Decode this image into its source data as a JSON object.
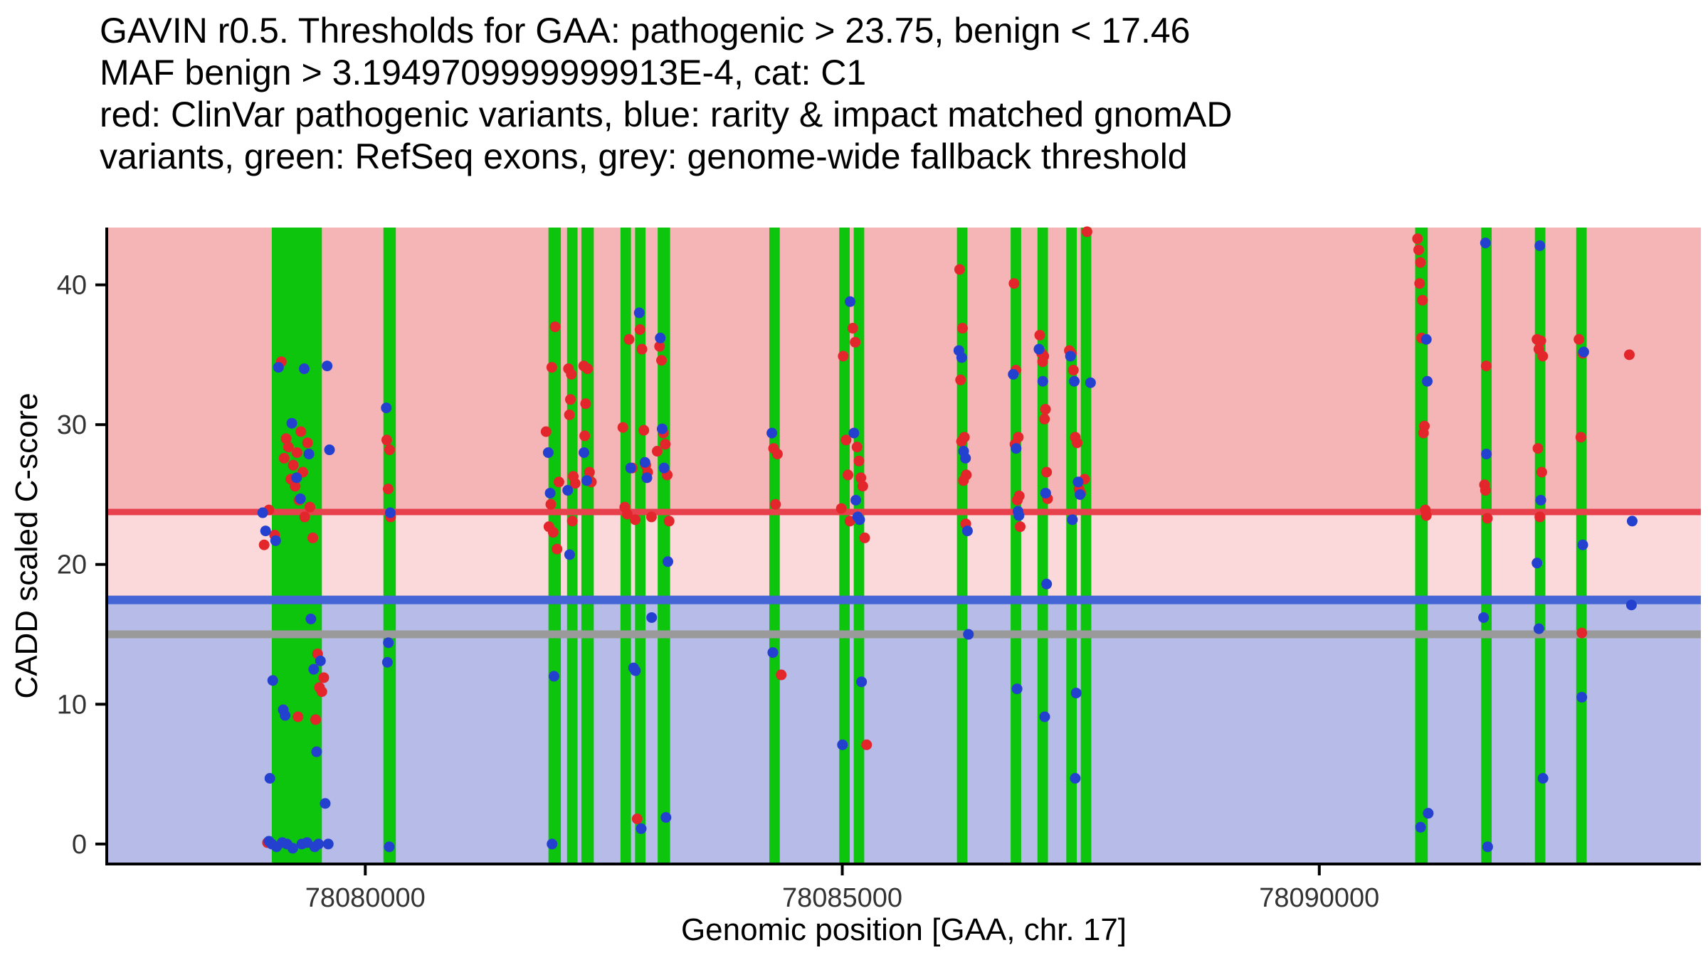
{
  "page": {
    "background": "#ffffff"
  },
  "title": {
    "lines": [
      "GAVIN r0.5. Thresholds for GAA: pathogenic > 23.75, benign < 17.46",
      "MAF benign > 3.1949709999999913E-4, cat: C1",
      "red: ClinVar pathogenic variants, blue: rarity & impact matched gnomAD",
      "variants, green: RefSeq exons, grey: genome-wide fallback threshold"
    ]
  },
  "axes": {
    "x_tick_labels": [
      "78080000",
      "78085000",
      "78090000"
    ],
    "y_tick_labels": [
      "0",
      "10",
      "20",
      "30",
      "40"
    ]
  },
  "chart_data": {
    "type": "scatter",
    "title": "GAVIN r0.5. Thresholds for GAA: pathogenic > 23.75, benign < 17.46 MAF benign > 3.1949709999999913E-4, cat: C1 red: ClinVar pathogenic variants, blue: rarity & impact matched gnomAD variants, green: RefSeq exons, grey: genome-wide fallback threshold",
    "xlabel": "Genomic position [GAA, chr. 17]",
    "ylabel": "CADD scaled C-score",
    "xlim": [
      78077290,
      78094000
    ],
    "ylim": [
      -1.43,
      44.1
    ],
    "x_ticks": [
      78080000,
      78085000,
      78090000
    ],
    "y_ticks": [
      0,
      10,
      20,
      30,
      40
    ],
    "grid": false,
    "legend": "none",
    "thresholds": {
      "pathogenic_gt": 23.75,
      "benign_lt": 17.46,
      "genome_wide_fallback": 15,
      "maf_benign_gt": "3.1949709999999913E-4",
      "category": "C1"
    },
    "bands": [
      {
        "name": "pathogenic",
        "from": 23.75,
        "to": 44.1,
        "color": "#f5b5b6"
      },
      {
        "name": "intermediate",
        "from": 17.46,
        "to": 23.75,
        "color": "#fbd9da"
      },
      {
        "name": "benign",
        "from": -1.43,
        "to": 17.46,
        "color": "#b6bbe7"
      }
    ],
    "colors": {
      "pathogenic_line": "#e8414e",
      "benign_line": "#4365d6",
      "fallback_line": "#9a9a9a",
      "exon": "#0dc50d",
      "clinvar_point": "#e2262b",
      "gnomad_point": "#2440cf",
      "axis": "#000000",
      "tick_label": "#333333"
    },
    "exons": [
      [
        78079020,
        78079545
      ],
      [
        78080190,
        78080320
      ],
      [
        78081920,
        78082050
      ],
      [
        78082115,
        78082225
      ],
      [
        78082265,
        78082395
      ],
      [
        78082675,
        78082785
      ],
      [
        78082828,
        78082938
      ],
      [
        78083065,
        78083195
      ],
      [
        78084235,
        78084345
      ],
      [
        78084968,
        78085078
      ],
      [
        78085120,
        78085230
      ],
      [
        78086202,
        78086312
      ],
      [
        78086765,
        78086875
      ],
      [
        78087046,
        78087156
      ],
      [
        78087348,
        78087458
      ],
      [
        78087500,
        78087610
      ],
      [
        78091005,
        78091137
      ],
      [
        78091697,
        78091807
      ],
      [
        78092260,
        78092370
      ],
      [
        78092693,
        78092803
      ]
    ],
    "series": [
      {
        "name": "ClinVar pathogenic variants",
        "role": "pathogenic",
        "color_key": "clinvar_point",
        "marker": "clinvar-point",
        "points": [
          [
            78078940,
            21.4
          ],
          [
            78078990,
            23.9
          ],
          [
            78079050,
            22.1
          ],
          [
            78079120,
            34.5
          ],
          [
            78079150,
            27.6
          ],
          [
            78079170,
            29.0
          ],
          [
            78079195,
            28.4
          ],
          [
            78079220,
            26.1
          ],
          [
            78079245,
            27.1
          ],
          [
            78079265,
            25.6
          ],
          [
            78079285,
            28.0
          ],
          [
            78079305,
            24.6
          ],
          [
            78079325,
            29.5
          ],
          [
            78079345,
            26.6
          ],
          [
            78079365,
            23.4
          ],
          [
            78079395,
            28.7
          ],
          [
            78079420,
            24.1
          ],
          [
            78079450,
            21.9
          ],
          [
            78079480,
            8.9
          ],
          [
            78079295,
            9.1
          ],
          [
            78079500,
            13.6
          ],
          [
            78079520,
            11.2
          ],
          [
            78079545,
            10.9
          ],
          [
            78079565,
            11.9
          ],
          [
            78078975,
            0.1
          ],
          [
            78080225,
            28.9
          ],
          [
            78080255,
            28.2
          ],
          [
            78080240,
            25.4
          ],
          [
            78080265,
            23.4
          ],
          [
            78081895,
            29.5
          ],
          [
            78081955,
            34.1
          ],
          [
            78081990,
            37.0
          ],
          [
            78081945,
            24.3
          ],
          [
            78081925,
            22.7
          ],
          [
            78081970,
            22.3
          ],
          [
            78082010,
            21.1
          ],
          [
            78082030,
            25.9
          ],
          [
            78082130,
            34.0
          ],
          [
            78082160,
            33.6
          ],
          [
            78082150,
            31.8
          ],
          [
            78082140,
            30.7
          ],
          [
            78082180,
            26.3
          ],
          [
            78082200,
            25.8
          ],
          [
            78082170,
            23.1
          ],
          [
            78082290,
            34.2
          ],
          [
            78082330,
            34.0
          ],
          [
            78082310,
            31.5
          ],
          [
            78082300,
            29.2
          ],
          [
            78082350,
            26.6
          ],
          [
            78082370,
            25.9
          ],
          [
            78082700,
            29.8
          ],
          [
            78082720,
            24.1
          ],
          [
            78082745,
            23.6
          ],
          [
            78082765,
            36.1
          ],
          [
            78082800,
            26.9
          ],
          [
            78082830,
            23.2
          ],
          [
            78082850,
            1.8
          ],
          [
            78082880,
            36.8
          ],
          [
            78082900,
            35.4
          ],
          [
            78082920,
            29.6
          ],
          [
            78082940,
            27.1
          ],
          [
            78082960,
            26.6
          ],
          [
            78083000,
            23.4
          ],
          [
            78083060,
            28.1
          ],
          [
            78083085,
            35.6
          ],
          [
            78083105,
            34.6
          ],
          [
            78083125,
            29.4
          ],
          [
            78083145,
            28.6
          ],
          [
            78083165,
            26.4
          ],
          [
            78083185,
            23.1
          ],
          [
            78084280,
            28.3
          ],
          [
            78084320,
            27.9
          ],
          [
            78084300,
            24.3
          ],
          [
            78084360,
            12.1
          ],
          [
            78084990,
            24.0
          ],
          [
            78085010,
            34.9
          ],
          [
            78085040,
            28.9
          ],
          [
            78085060,
            26.4
          ],
          [
            78085080,
            23.1
          ],
          [
            78085110,
            36.9
          ],
          [
            78085135,
            35.9
          ],
          [
            78085155,
            28.4
          ],
          [
            78085175,
            27.4
          ],
          [
            78085195,
            26.2
          ],
          [
            78085215,
            25.6
          ],
          [
            78085235,
            21.9
          ],
          [
            78085255,
            7.1
          ],
          [
            78086230,
            41.1
          ],
          [
            78086260,
            36.9
          ],
          [
            78086240,
            33.2
          ],
          [
            78086280,
            29.1
          ],
          [
            78086250,
            28.8
          ],
          [
            78086300,
            26.4
          ],
          [
            78086270,
            26.0
          ],
          [
            78086295,
            22.9
          ],
          [
            78086800,
            40.1
          ],
          [
            78086820,
            33.9
          ],
          [
            78086845,
            29.1
          ],
          [
            78086810,
            28.6
          ],
          [
            78086855,
            24.9
          ],
          [
            78086835,
            24.6
          ],
          [
            78086865,
            22.7
          ],
          [
            78087070,
            36.4
          ],
          [
            78087090,
            35.1
          ],
          [
            78087112,
            34.9
          ],
          [
            78087100,
            34.5
          ],
          [
            78087130,
            31.1
          ],
          [
            78087120,
            30.4
          ],
          [
            78087142,
            26.6
          ],
          [
            78087152,
            24.7
          ],
          [
            78087380,
            35.3
          ],
          [
            78087402,
            35.1
          ],
          [
            78087422,
            33.9
          ],
          [
            78087442,
            29.1
          ],
          [
            78087462,
            28.7
          ],
          [
            78087482,
            25.4
          ],
          [
            78087502,
            25.1
          ],
          [
            78087540,
            26.1
          ],
          [
            78087565,
            43.8
          ],
          [
            78091030,
            43.3
          ],
          [
            78091042,
            42.5
          ],
          [
            78091060,
            41.6
          ],
          [
            78091052,
            40.1
          ],
          [
            78091082,
            38.9
          ],
          [
            78091072,
            36.2
          ],
          [
            78091102,
            29.9
          ],
          [
            78091092,
            29.4
          ],
          [
            78091112,
            23.9
          ],
          [
            78091122,
            23.5
          ],
          [
            78091750,
            34.2
          ],
          [
            78091732,
            25.7
          ],
          [
            78091742,
            25.3
          ],
          [
            78091762,
            23.3
          ],
          [
            78092282,
            36.1
          ],
          [
            78092322,
            36.0
          ],
          [
            78092302,
            35.4
          ],
          [
            78092342,
            34.9
          ],
          [
            78092292,
            28.3
          ],
          [
            78092332,
            26.6
          ],
          [
            78092312,
            23.4
          ],
          [
            78092722,
            36.1
          ],
          [
            78092762,
            35.1
          ],
          [
            78092742,
            29.1
          ],
          [
            78092752,
            15.1
          ],
          [
            78093250,
            35.0
          ]
        ]
      },
      {
        "name": "rarity & impact matched gnomAD variants",
        "role": "benign-matched",
        "color_key": "gnomad_point",
        "marker": "gnomad-point",
        "points": [
          [
            78078925,
            23.7
          ],
          [
            78078955,
            22.4
          ],
          [
            78079000,
            4.7
          ],
          [
            78079030,
            11.7
          ],
          [
            78079060,
            21.7
          ],
          [
            78079090,
            34.1
          ],
          [
            78079140,
            9.6
          ],
          [
            78079160,
            9.2
          ],
          [
            78079230,
            30.1
          ],
          [
            78079280,
            26.2
          ],
          [
            78079320,
            24.7
          ],
          [
            78079360,
            34.0
          ],
          [
            78079410,
            27.9
          ],
          [
            78079430,
            16.1
          ],
          [
            78079460,
            12.5
          ],
          [
            78079490,
            6.6
          ],
          [
            78079530,
            13.1
          ],
          [
            78079580,
            2.9
          ],
          [
            78079600,
            34.2
          ],
          [
            78079625,
            28.2
          ],
          [
            78078990,
            0.2
          ],
          [
            78079020,
            0.0
          ],
          [
            78079070,
            -0.2
          ],
          [
            78079130,
            0.1
          ],
          [
            78079180,
            0.0
          ],
          [
            78079240,
            -0.3
          ],
          [
            78079335,
            0.0
          ],
          [
            78079390,
            0.1
          ],
          [
            78079470,
            -0.2
          ],
          [
            78079510,
            0.0
          ],
          [
            78079612,
            0.0
          ],
          [
            78080220,
            31.2
          ],
          [
            78080262,
            23.7
          ],
          [
            78080242,
            14.4
          ],
          [
            78080232,
            13.0
          ],
          [
            78080252,
            -0.2
          ],
          [
            78081918,
            28.0
          ],
          [
            78081938,
            25.1
          ],
          [
            78081978,
            12.0
          ],
          [
            78081958,
            0.0
          ],
          [
            78082122,
            25.3
          ],
          [
            78082142,
            20.7
          ],
          [
            78082292,
            28.0
          ],
          [
            78082322,
            26.0
          ],
          [
            78082782,
            26.9
          ],
          [
            78082812,
            12.6
          ],
          [
            78082832,
            12.4
          ],
          [
            78082872,
            38.0
          ],
          [
            78082892,
            1.1
          ],
          [
            78082932,
            27.3
          ],
          [
            78082952,
            26.2
          ],
          [
            78083002,
            16.2
          ],
          [
            78083092,
            36.2
          ],
          [
            78083112,
            29.7
          ],
          [
            78083132,
            26.9
          ],
          [
            78083172,
            20.2
          ],
          [
            78083152,
            1.9
          ],
          [
            78084262,
            29.4
          ],
          [
            78084272,
            13.7
          ],
          [
            78085002,
            7.1
          ],
          [
            78085082,
            38.8
          ],
          [
            78085122,
            29.4
          ],
          [
            78085142,
            24.6
          ],
          [
            78085162,
            23.4
          ],
          [
            78085182,
            23.2
          ],
          [
            78085202,
            11.6
          ],
          [
            78086222,
            35.3
          ],
          [
            78086252,
            34.8
          ],
          [
            78086272,
            28.1
          ],
          [
            78086292,
            27.6
          ],
          [
            78086312,
            22.4
          ],
          [
            78086322,
            15.0
          ],
          [
            78086792,
            33.6
          ],
          [
            78086822,
            28.3
          ],
          [
            78086842,
            23.8
          ],
          [
            78086852,
            23.5
          ],
          [
            78086832,
            11.1
          ],
          [
            78087062,
            35.4
          ],
          [
            78087102,
            33.1
          ],
          [
            78087132,
            25.1
          ],
          [
            78087142,
            18.6
          ],
          [
            78087122,
            9.1
          ],
          [
            78087392,
            34.9
          ],
          [
            78087412,
            23.2
          ],
          [
            78087432,
            33.1
          ],
          [
            78087472,
            25.9
          ],
          [
            78087492,
            25.0
          ],
          [
            78087452,
            10.8
          ],
          [
            78087442,
            4.7
          ],
          [
            78087602,
            33.0
          ],
          [
            78091122,
            36.1
          ],
          [
            78091132,
            33.1
          ],
          [
            78091062,
            1.2
          ],
          [
            78091142,
            2.2
          ],
          [
            78091742,
            43.0
          ],
          [
            78091752,
            27.9
          ],
          [
            78091722,
            16.2
          ],
          [
            78091765,
            -0.2
          ],
          [
            78092312,
            42.8
          ],
          [
            78092282,
            20.1
          ],
          [
            78092302,
            15.4
          ],
          [
            78092322,
            24.6
          ],
          [
            78092345,
            4.7
          ],
          [
            78092772,
            35.2
          ],
          [
            78092762,
            21.4
          ],
          [
            78092752,
            10.5
          ],
          [
            78093280,
            23.1
          ],
          [
            78093272,
            17.1
          ]
        ]
      }
    ]
  }
}
